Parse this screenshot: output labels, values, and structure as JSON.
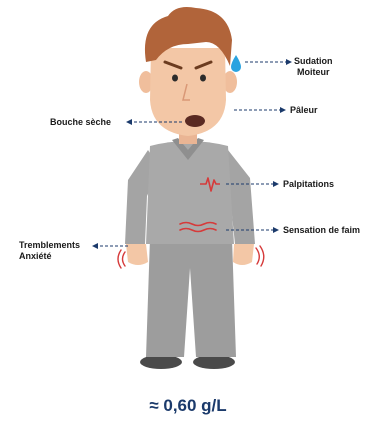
{
  "symptoms": {
    "sweating": "Sudation",
    "moist": "Moiteur",
    "pallor": "Pâleur",
    "dry_mouth": "Bouche sèche",
    "palpitations": "Palpitations",
    "hunger": "Sensation de faim",
    "tremors": "Tremblements",
    "anxiety": "Anxiété"
  },
  "glucose_value": "≈ 0,60 g/L",
  "colors": {
    "text": "#1a1a1a",
    "arrow": "#1b3a6b",
    "value": "#1b3a6b",
    "sweat_drop": "#2aa3e0",
    "symptom_marks": "#d63a3a",
    "shirt": "#a4a4a4",
    "pants": "#9a9a9a",
    "skin": "#f3c7a6",
    "hair": "#b1643a"
  }
}
